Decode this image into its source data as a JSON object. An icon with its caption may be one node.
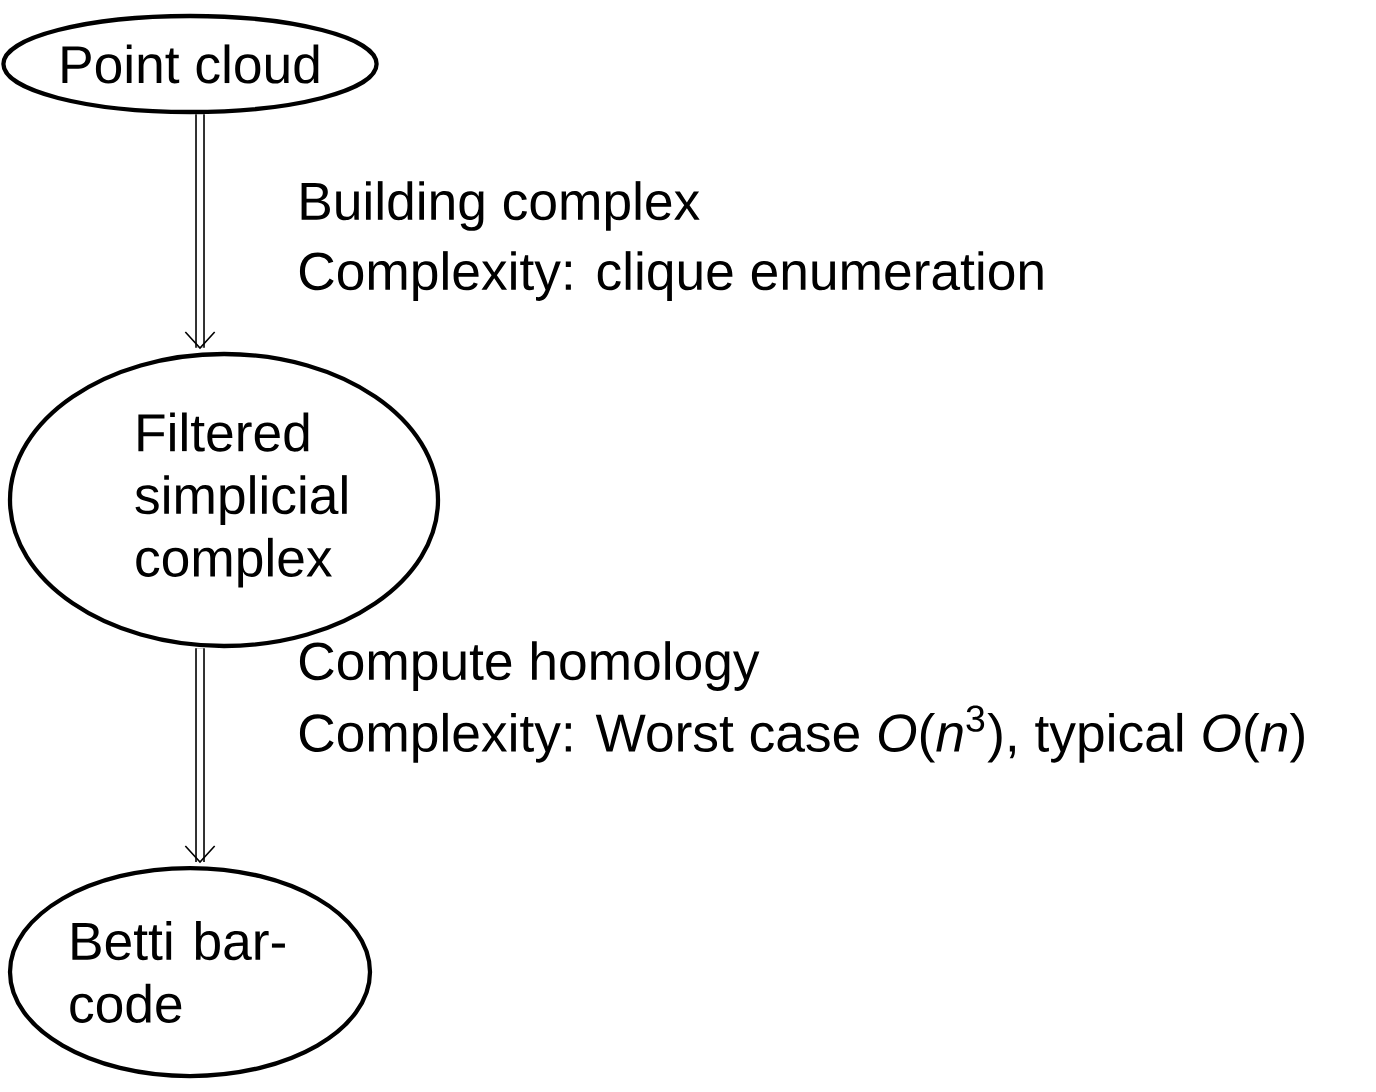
{
  "diagram": {
    "nodes": [
      {
        "text": [
          "Point cloud"
        ]
      },
      {
        "text": [
          "Filtered simplicial complex"
        ]
      },
      {
        "text": [
          "Betti bar-code"
        ]
      }
    ],
    "edges": [
      {
        "from": 0,
        "to": 1,
        "arrow": "to",
        "label": "Building complex"
      },
      {
        "from": 1,
        "to": 2,
        "arrow": "to",
        "label": "Compute homology"
      }
    ],
    "labels": [
      "Complexity: clique enumeration",
      "Complexity: Worst case *O*(*n*$^{3}$), typical *O*(*n*)"
    ]
  }
}
